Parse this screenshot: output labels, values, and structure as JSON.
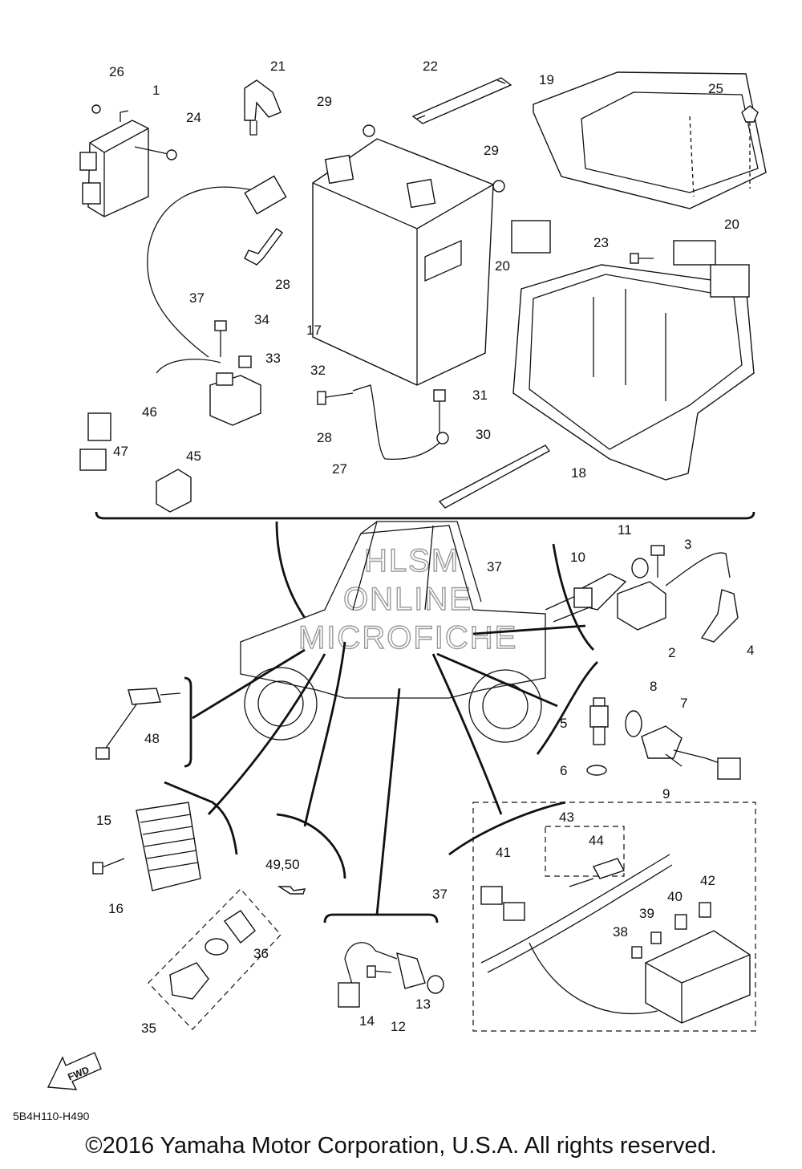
{
  "diagram_code": "5B4H110-H490",
  "copyright": "©2016 Yamaha Motor Corporation, U.S.A. All rights reserved.",
  "watermark": {
    "line1": "HLSM",
    "line2": "ONLINE",
    "line3": "MICROFICHE"
  },
  "fwd_label": "FWD",
  "part_labels": {
    "p1": "1",
    "p2": "2",
    "p3": "3",
    "p4": "4",
    "p5": "5",
    "p6": "6",
    "p7": "7",
    "p8": "8",
    "p9": "9",
    "p10": "10",
    "p11": "11",
    "p12": "12",
    "p13": "13",
    "p14": "14",
    "p15": "15",
    "p16": "16",
    "p17": "17",
    "p18": "18",
    "p19": "19",
    "p20a": "20",
    "p20b": "20",
    "p21": "21",
    "p22": "22",
    "p23": "23",
    "p24": "24",
    "p25": "25",
    "p26": "26",
    "p27": "27",
    "p28a": "28",
    "p28b": "28",
    "p29a": "29",
    "p29b": "29",
    "p30": "30",
    "p31": "31",
    "p32": "32",
    "p33": "33",
    "p34": "34",
    "p35": "35",
    "p36": "36",
    "p37a": "37",
    "p37b": "37",
    "p37c": "37",
    "p38": "38",
    "p39": "39",
    "p40": "40",
    "p41": "41",
    "p42": "42",
    "p43": "43",
    "p44": "44",
    "p45": "45",
    "p46": "46",
    "p47": "47",
    "p48": "48",
    "p4950": "49,50"
  }
}
